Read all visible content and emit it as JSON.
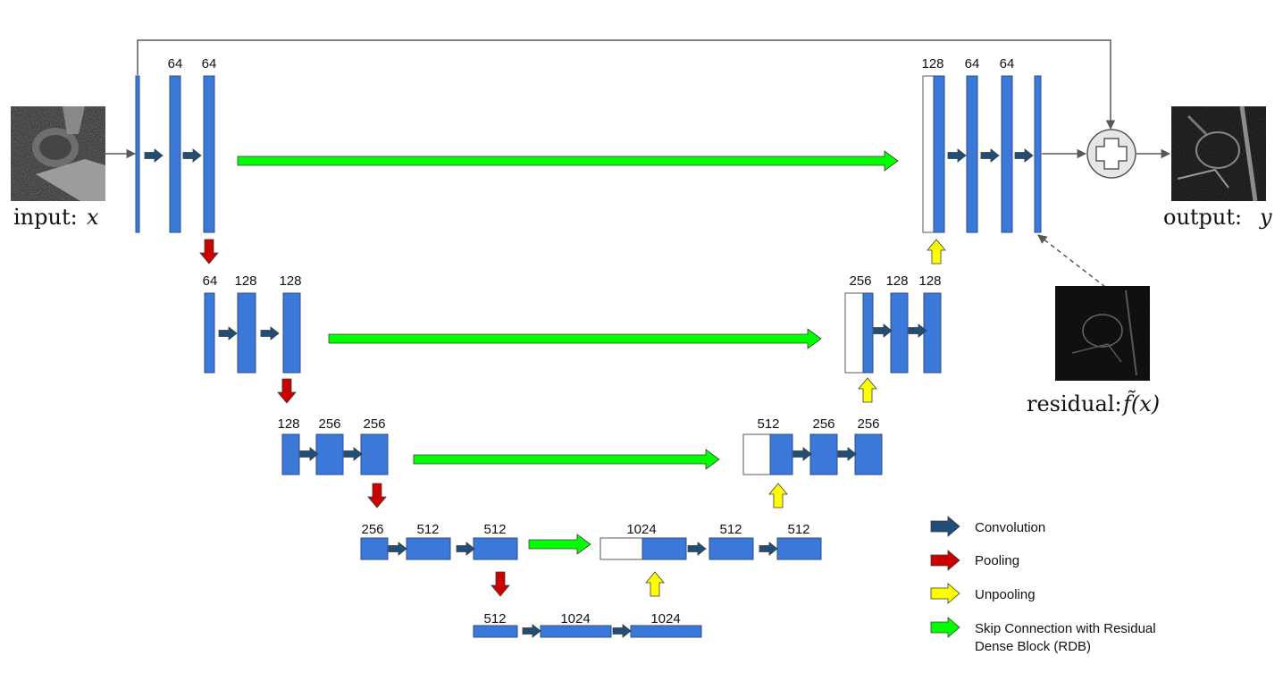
{
  "colors": {
    "block": "#3c78d8",
    "block_stroke": "#2a4f8f",
    "conv": "#1f4e79",
    "pool": "#cc0000",
    "unpool": "#ffff00",
    "skip": "#00ff00",
    "line": "#595959"
  },
  "labels": {
    "input": "input:",
    "input_var": "x",
    "output": "output:",
    "output_var": "y",
    "residual": "residual:",
    "residual_var": "f̃(x)"
  },
  "level1": {
    "enc": [
      "64",
      "64"
    ],
    "dec": [
      "128",
      "64",
      "64"
    ]
  },
  "level2": {
    "enc": [
      "64",
      "128",
      "128"
    ],
    "dec": [
      "256",
      "128",
      "128"
    ]
  },
  "level3": {
    "enc": [
      "128",
      "256",
      "256"
    ],
    "dec": [
      "512",
      "256",
      "256"
    ]
  },
  "level4": {
    "enc": [
      "256",
      "512",
      "512"
    ],
    "dec": [
      "1024",
      "512",
      "512"
    ]
  },
  "level5": [
    "512",
    "1024",
    "1024"
  ],
  "legend": [
    {
      "icon": "convolution-arrow-icon",
      "label": "Convolution"
    },
    {
      "icon": "pooling-arrow-icon",
      "label": "Pooling"
    },
    {
      "icon": "unpooling-arrow-icon",
      "label": "Unpooling"
    },
    {
      "icon": "skip-connection-arrow-icon",
      "label": "Skip Connection with Residual",
      "label2": "Dense Block (RDB)"
    }
  ]
}
